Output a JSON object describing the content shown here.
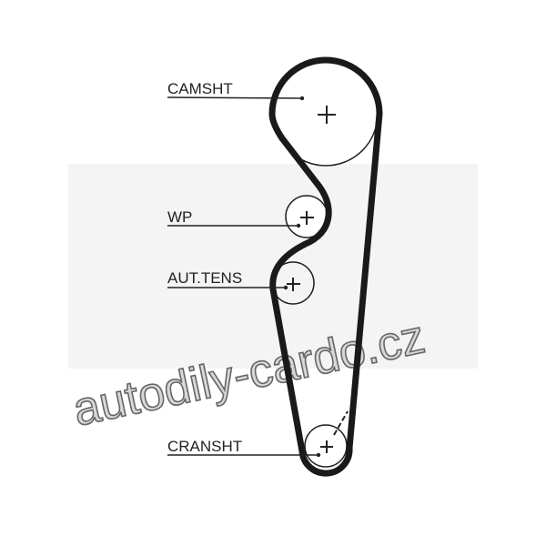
{
  "labels": {
    "camshaft": "CAMSHT",
    "water_pump": "WP",
    "tensioner": "AUT.TENS",
    "crankshaft": "CRANSHT"
  },
  "watermark": "autodily-cardo.cz"
}
